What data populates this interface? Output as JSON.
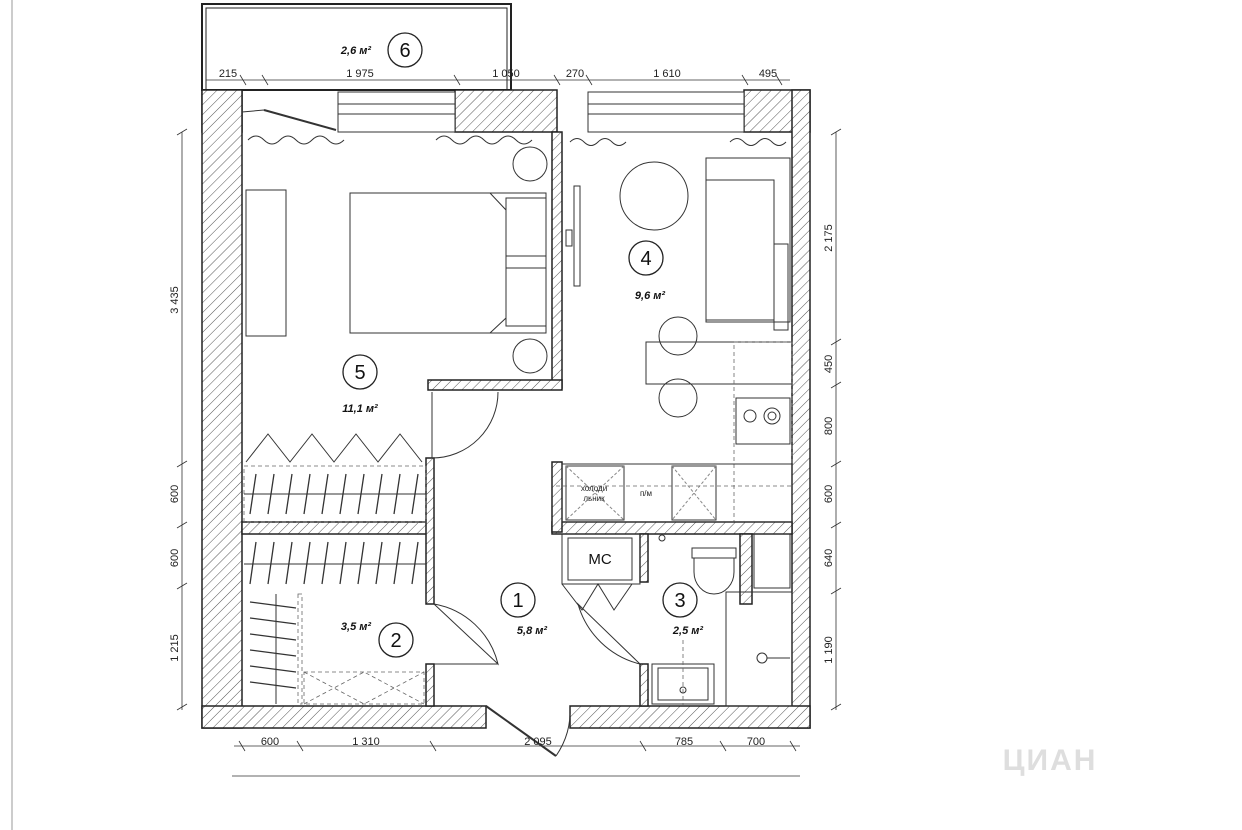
{
  "rooms": [
    {
      "number": "1",
      "area": "5,8 м²"
    },
    {
      "number": "2",
      "area": "3,5 м²"
    },
    {
      "number": "3",
      "area": "2,5 м²"
    },
    {
      "number": "4",
      "area": "9,6 м²"
    },
    {
      "number": "5",
      "area": "11,1 м²"
    },
    {
      "number": "6",
      "area": "2,6 м²"
    }
  ],
  "dimensions": {
    "top": [
      "215",
      "1 975",
      "1 050",
      "270",
      "1 610",
      "495"
    ],
    "bottom": [
      "600",
      "1 310",
      "2 095",
      "785",
      "700"
    ],
    "left": [
      "3 435",
      "600",
      "600",
      "1 215"
    ],
    "right": [
      "2 175",
      "450",
      "800",
      "600",
      "640",
      "1 190"
    ]
  },
  "fixtures": {
    "fridge_line1": "холоди",
    "fridge_line2": "льник",
    "dishwasher": "п/м",
    "washer": "МС"
  },
  "watermark": "ЦИАН"
}
